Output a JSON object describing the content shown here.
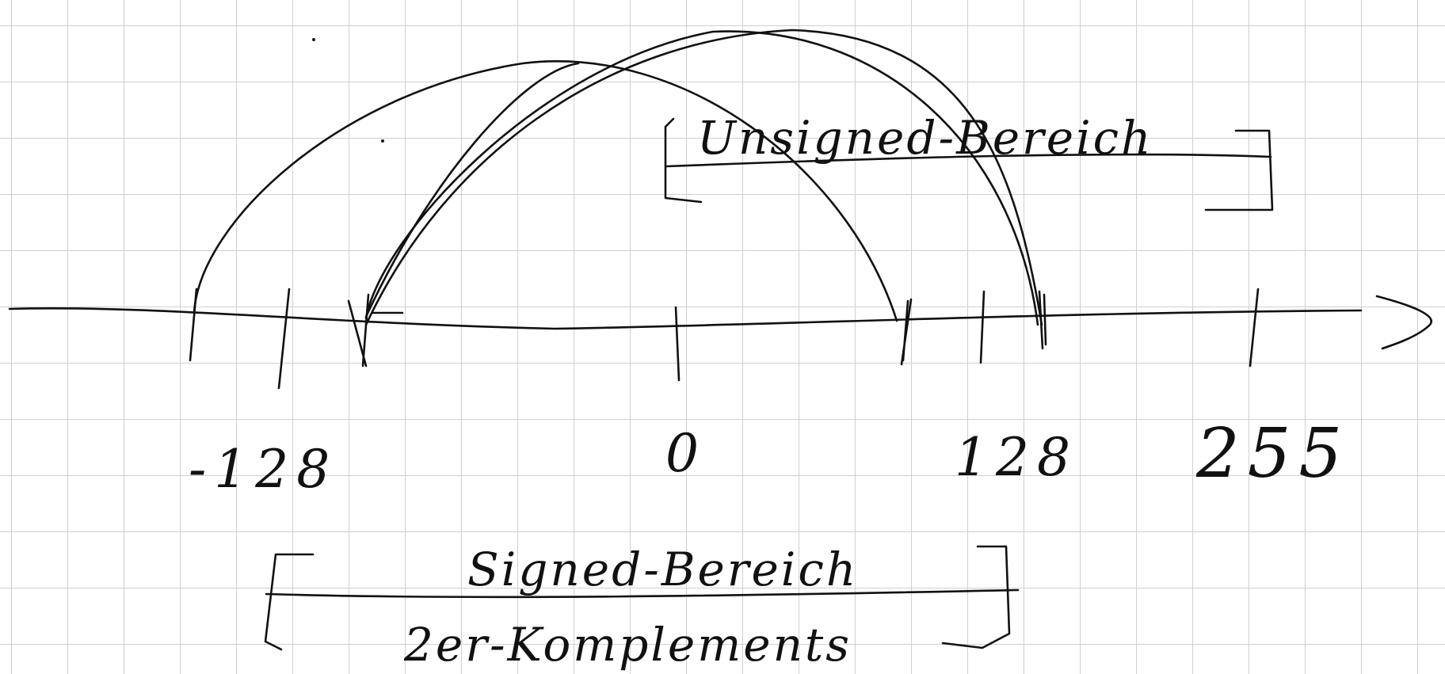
{
  "diagram": {
    "unsigned_label": "Unsigned-Bereich",
    "signed_label": "Signed-Bereich",
    "complement_label": "2er-Komplements",
    "ticks": {
      "neg128": "-128",
      "zero": "0",
      "pos128": "128",
      "max": "255"
    }
  }
}
